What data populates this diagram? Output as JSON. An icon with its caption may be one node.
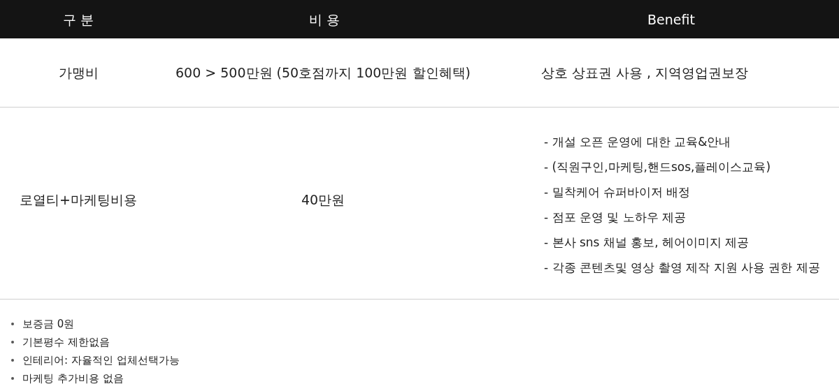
{
  "diagram": {
    "labels": [
      "구 분",
      "비 용",
      "Benefit",
      "가맹비",
      "600 > 500만원 (50호점까지 100만원 할인혜택)",
      "상호 상표권 사용 , 지역영업권보장",
      "로열티+마케팅비용",
      "40만원",
      "- 개설 오픈 운영에 대한 교육&안내",
      "- (직원구인,마케팅,핸드sos,플레이스교육)",
      "- 밀착케어 슈퍼바이저 배정",
      "- 점포 운영 및 노하우 제공",
      "- 본사 sns 채널 홍보, 헤어이미지 제공",
      "- 각종 콘텐츠및 영상 촬영 제작 지원 사용 권한 제공",
      "보증금 0원",
      "기본평수 제한없음",
      "인테리어: 자율적인 업체선택가능",
      "마케팅 추가비용 없음"
    ]
  }
}
